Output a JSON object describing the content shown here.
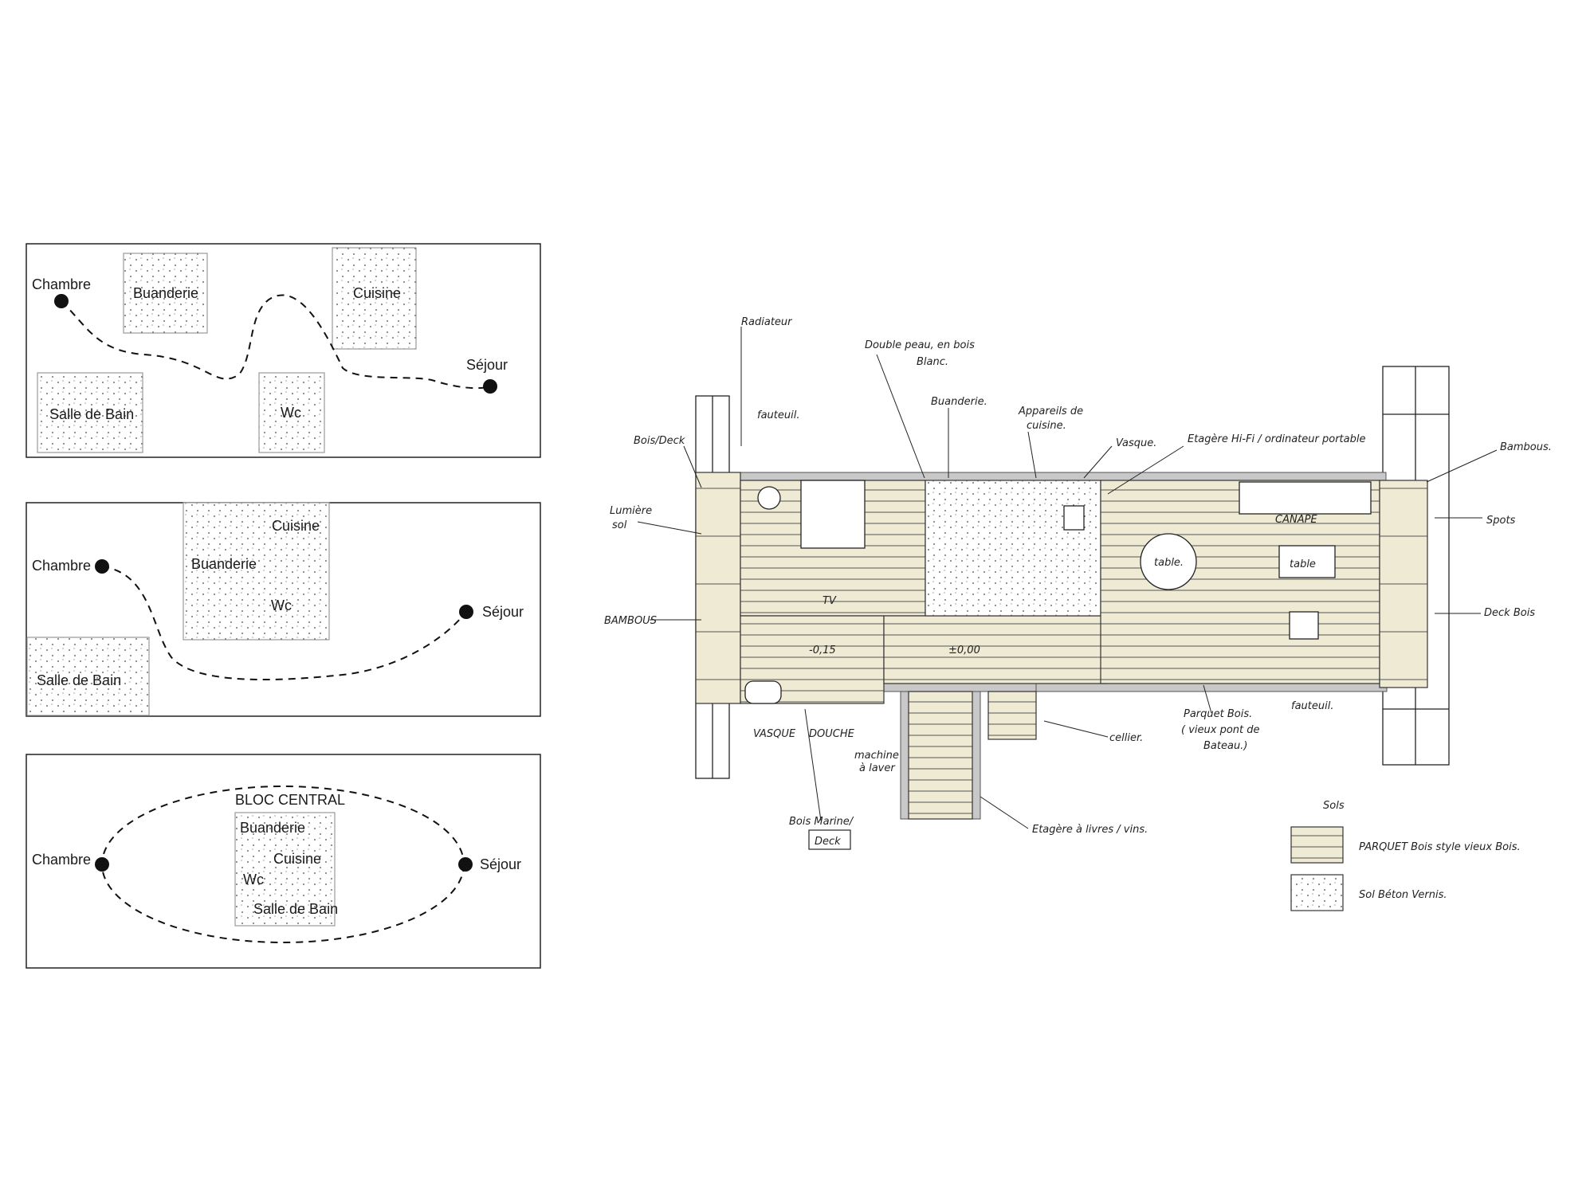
{
  "diagrams": [
    {
      "labels": {
        "chambre": "Chambre",
        "sejour": "Séjour",
        "buanderie": "Buanderie",
        "cuisine": "Cuisine",
        "salle_de_bain": "Salle de Bain",
        "wc": "Wc"
      }
    },
    {
      "labels": {
        "chambre": "Chambre",
        "sejour": "Séjour",
        "cuisine": "Cuisine",
        "buanderie": "Buanderie",
        "wc": "Wc",
        "salle_de_bain": "Salle de Bain"
      }
    },
    {
      "labels": {
        "title": "BLOC CENTRAL",
        "chambre": "Chambre",
        "sejour": "Séjour",
        "buanderie": "Buanderie",
        "cuisine": "Cuisine",
        "wc": "Wc",
        "salle_de_bain": "Salle de Bain"
      }
    }
  ],
  "plan": {
    "annotations": {
      "radiateur": "Radiateur",
      "double_peau": "Double peau, en bois",
      "double_peau_2": "Blanc.",
      "buanderie": "Buanderie.",
      "appareils": "Appareils de",
      "appareils_2": "cuisine.",
      "vasque_top": "Vasque.",
      "etagere_hifi": "Etagère Hi-Fi / ordinateur portable",
      "bambous_top": "Bambous.",
      "fauteuil_top": "fauteuil.",
      "bois_deck": "Bois/Deck",
      "lumiere_sol": "Lumière",
      "lumiere_sol_2": "sol",
      "bambous_left": "BAMBOUS",
      "spots": "Spots",
      "deck_bois": "Deck Bois",
      "canape": "CANAPE",
      "table": "table.",
      "table_small": "table",
      "tv": "TV",
      "level_1": "-0,15",
      "level_2": "±0,00",
      "vasque_bottom": "VASQUE",
      "douche": "DOUCHE",
      "machine": "machine",
      "machine_2": "à laver",
      "bois_marine": "Bois Marine/",
      "deck_box": "Deck",
      "cellier": "cellier.",
      "parquet_bois": "Parquet Bois.",
      "parquet_bois_2": "( vieux pont de",
      "parquet_bois_3": "Bateau.)",
      "fauteuil_bottom": "fauteuil.",
      "etagere_livres": "Etagère à livres / vins."
    },
    "legend": {
      "title": "Sols",
      "parquet": "PARQUET Bois style vieux Bois.",
      "beton": "Sol Béton Vernis."
    }
  }
}
